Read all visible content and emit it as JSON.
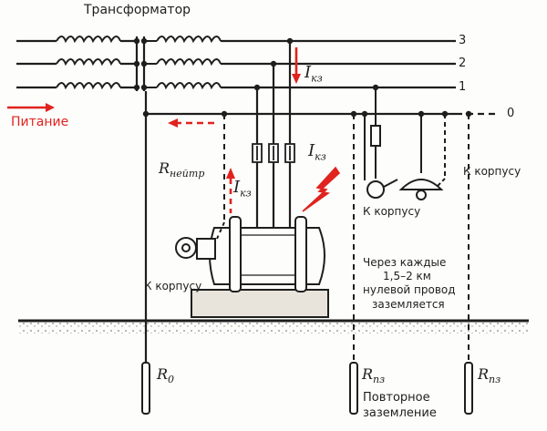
{
  "title": "Трансформатор",
  "phases": [
    "3",
    "2",
    "1"
  ],
  "neutral_label": "0",
  "supply_label": "Питание",
  "fault_current": {
    "symbol": "I",
    "sub": "кз"
  },
  "neutral_resistance": {
    "symbol": "R",
    "sub": "нейтр"
  },
  "to_casing_label": "К корпусу",
  "note": [
    "Через каждые",
    "1,5–2 км",
    "нулевой провод",
    "заземляется"
  ],
  "ground_resistors": [
    {
      "symbol": "R",
      "sub": "0"
    },
    {
      "symbol": "R",
      "sub": "пз"
    },
    {
      "symbol": "R",
      "sub": "пз"
    }
  ],
  "repeat_ground": [
    "Повторное",
    "заземление"
  ],
  "colors": {
    "ink": "#1e1e1e",
    "fault": "#e0231e",
    "paper": "#fdfdfb",
    "ground": "#d9d3c7"
  }
}
